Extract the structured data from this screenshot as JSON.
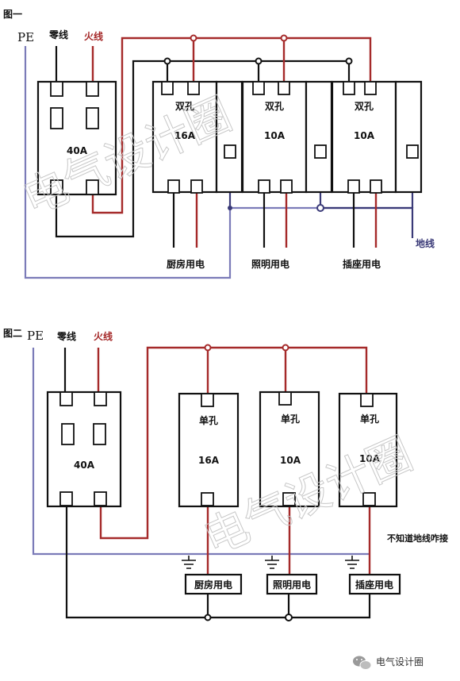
{
  "figure1": {
    "title": "图一",
    "pe": "PE",
    "neutral": "零线",
    "live": "火线",
    "main_breaker": "40A",
    "b1_type": "双孔",
    "b1_rating": "16A",
    "b2_type": "双孔",
    "b2_rating": "10A",
    "b3_type": "双孔",
    "b3_rating": "10A",
    "circuit1": "厨房用电",
    "circuit2": "照明用电",
    "circuit3": "插座用电",
    "ground_label": "地线"
  },
  "figure2": {
    "title": "图二",
    "pe": "PE",
    "neutral": "零线",
    "live": "火线",
    "main_breaker": "40A",
    "b1_type": "单孔",
    "b1_rating": "16A",
    "b2_type": "单孔",
    "b2_rating": "10A",
    "b3_type": "单孔",
    "b3_rating": "10A",
    "circuit1": "厨房用电",
    "circuit2": "照明用电",
    "circuit3": "插座用电",
    "note": "不知道地线咋接"
  },
  "watermark": "电气设计圈",
  "footer": "电气设计圈",
  "colors": {
    "live_wire": "#a52a2a",
    "neutral_wire": "#111111",
    "pe_wire": "#7b7bb8",
    "ground_bus": "#3a3a78"
  }
}
